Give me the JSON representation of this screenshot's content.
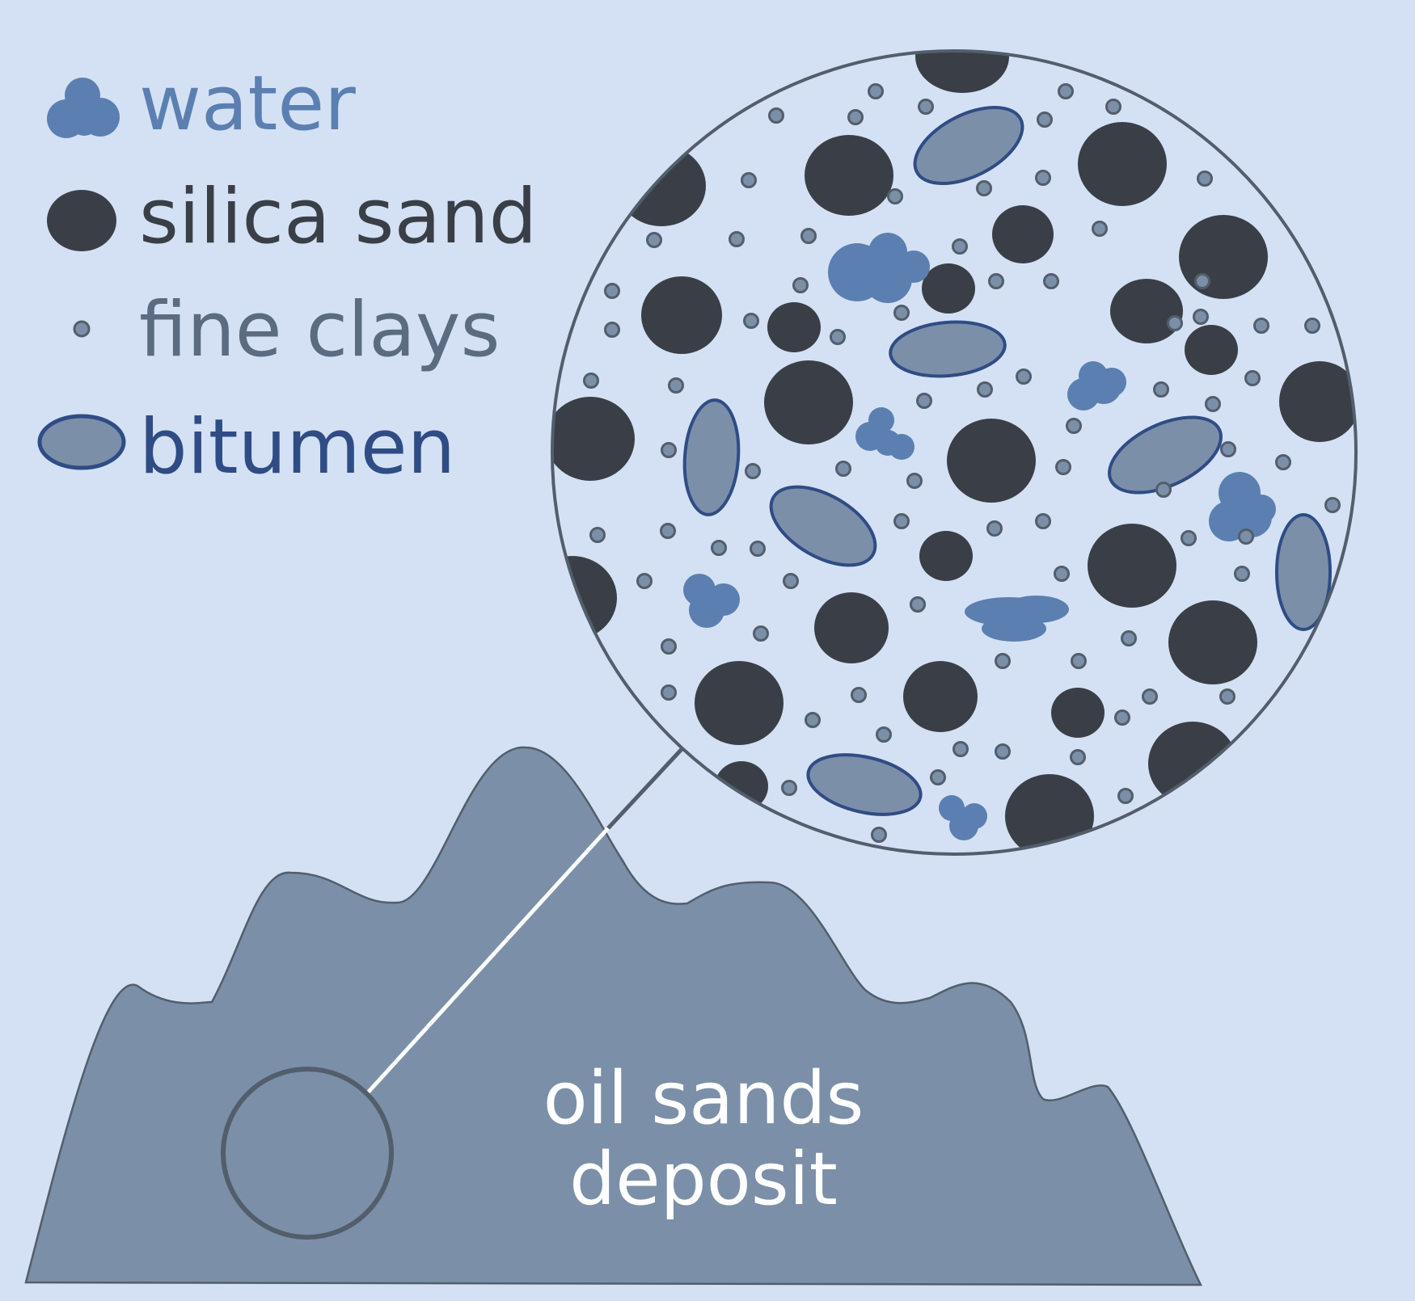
{
  "legend": {
    "items": [
      {
        "key": "water",
        "label": "water",
        "icon": "water-droplet-icon",
        "color": "#5b7fb0"
      },
      {
        "key": "sand",
        "label": "silica sand",
        "icon": "sand-grain-icon",
        "color": "#3a3f47"
      },
      {
        "key": "clay",
        "label": "fine clays",
        "icon": "clay-particle-icon",
        "color": "#5b6b80"
      },
      {
        "key": "bitumen",
        "label": "bitumen",
        "icon": "bitumen-blob-icon",
        "color": "#2f4c85"
      }
    ]
  },
  "deposit": {
    "line1": "oil sands",
    "line2": "deposit"
  },
  "colors": {
    "background": "#d4e1f4",
    "mountain": "#7c8fa8",
    "sand": "#3a3f47",
    "water": "#5b7fb0",
    "clay_fill": "#7c8fa8",
    "bitumen_fill": "#7c8fa8",
    "bitumen_stroke": "#2f4c85",
    "outline": "#525e6c"
  }
}
